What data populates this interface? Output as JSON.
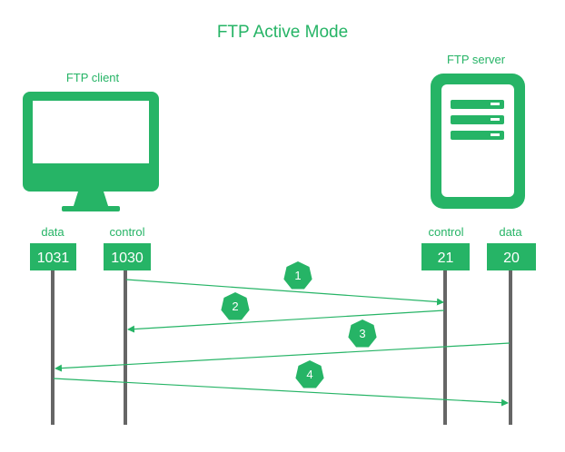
{
  "title": "FTP Active Mode",
  "client": {
    "label": "FTP client",
    "ports": [
      {
        "role": "data",
        "number": "1031"
      },
      {
        "role": "control",
        "number": "1030"
      }
    ]
  },
  "server": {
    "label": "FTP server",
    "ports": [
      {
        "role": "control",
        "number": "21"
      },
      {
        "role": "data",
        "number": "20"
      }
    ]
  },
  "steps": [
    {
      "label": "1",
      "from": "client control",
      "to": "server control"
    },
    {
      "label": "2",
      "from": "server control",
      "to": "client control"
    },
    {
      "label": "3",
      "from": "server data",
      "to": "client data"
    },
    {
      "label": "4",
      "from": "client data",
      "to": "server data"
    }
  ],
  "colors": {
    "accent": "#26b466",
    "lifeline": "#666666",
    "arrow": "#26b466"
  },
  "icons": {
    "client": "monitor-icon",
    "server": "server-icon"
  }
}
